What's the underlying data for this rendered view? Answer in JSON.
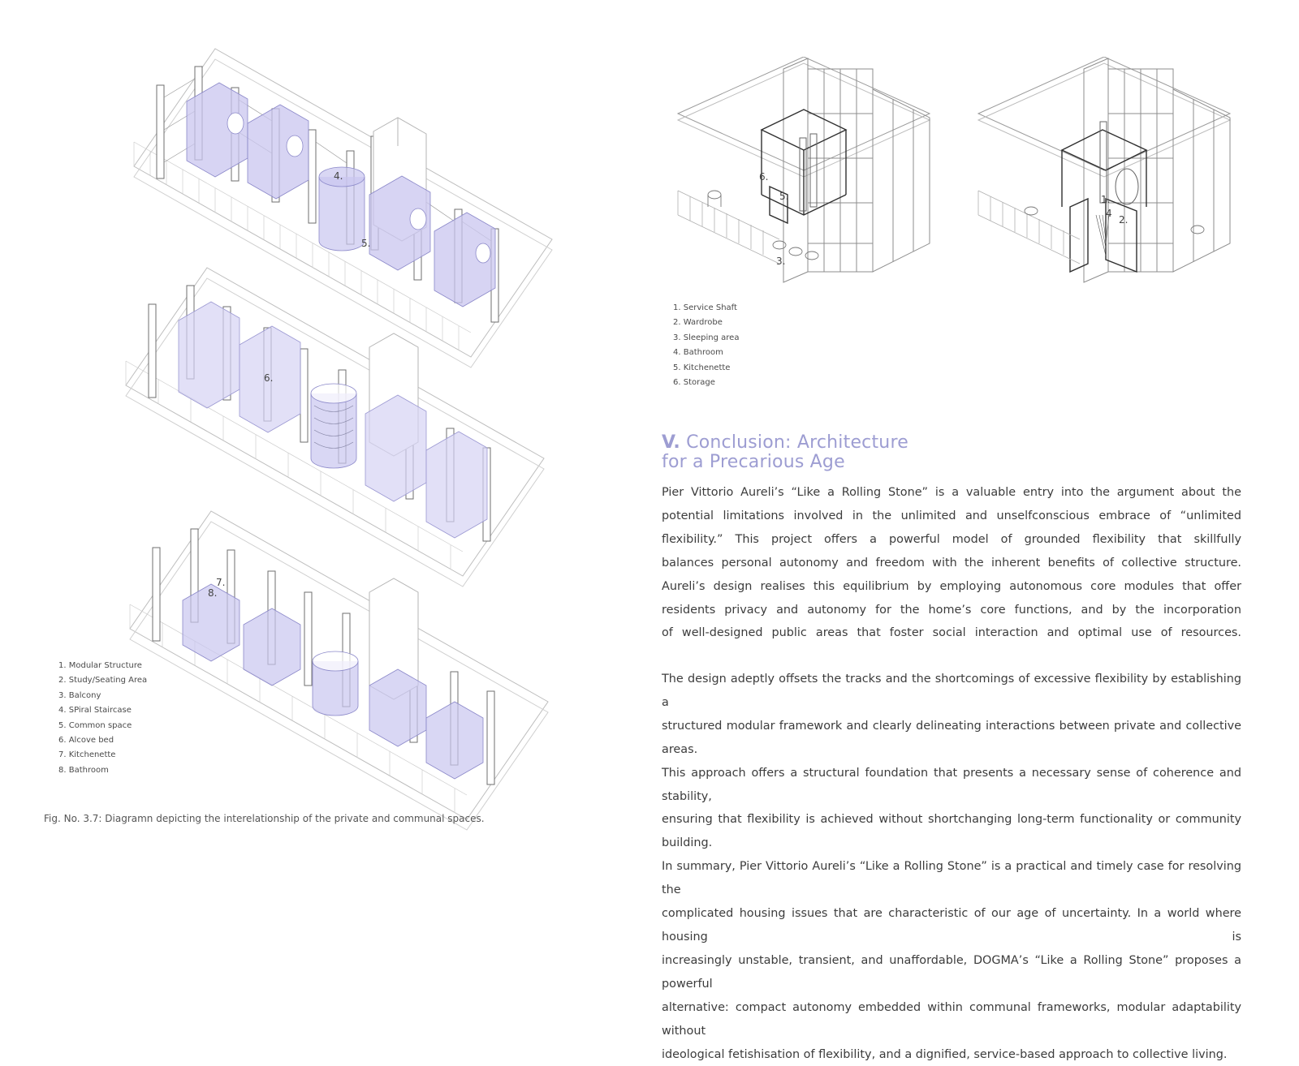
{
  "left_legend": [
    "1. Modular Structure",
    "2. Study/Seating Area",
    "3. Balcony",
    "4. SPiral Staircase",
    "5. Common space",
    "6. Alcove bed",
    "7. Kitchenette",
    "8. Bathroom"
  ],
  "figure_caption": "Fig. No. 3.7: Diagramn depicting the interelationship of the private and communal spaces.",
  "diagram_tags": {
    "top": [
      "4.",
      "5."
    ],
    "middle": [
      "6."
    ],
    "bottom": [
      "7.",
      "8."
    ]
  },
  "unit_tags": {
    "left": [
      "6.",
      "5.",
      "3."
    ],
    "right": [
      "1.",
      "4",
      "2."
    ]
  },
  "right_legend": [
    "1. Service Shaft",
    "2. Wardrobe",
    "3. Sleeping area",
    "4. Bathroom",
    "5. Kitchenette",
    "6. Storage"
  ],
  "section": {
    "number": "V.",
    "title_line1": "Conclusion: Architecture",
    "title_line2": "for a Precarious Age"
  },
  "paragraph1_lines": [
    "Pier Vittorio Aureli’s “Like a Rolling Stone” is a valuable entry into the argument about the",
    "potential limitations involved in the unlimited and unselfconscious embrace of “unlimited",
    "flexibility.” This project offers a powerful model of grounded flexibility that skillfully",
    "balances personal autonomy and freedom with the inherent benefits of collective structure.",
    "Aureli’s design realises this equilibrium by employing autonomous core modules that offer",
    "residents privacy and autonomy for the home’s core functions, and by the incorporation",
    "of well-designed public areas that foster social interaction and optimal use of resources."
  ],
  "paragraph2_lines": [
    "The design adeptly offsets the tracks and the shortcomings of excessive flexibility by establishing a",
    "structured modular framework and clearly delineating interactions between private and collective areas.",
    "This approach offers a structural foundation that presents a necessary sense of coherence and stability,",
    "ensuring that flexibility is achieved without shortchanging long-term functionality or community building.",
    "In summary, Pier Vittorio Aureli’s “Like a Rolling Stone” is a practical and timely case for resolving the",
    "complicated housing issues that are characteristic of our age of uncertainty. In a world where housing is",
    "increasingly unstable, transient, and unaffordable, DOGMA’s “Like a Rolling Stone” proposes a powerful",
    "alternative: compact autonomy embedded within communal frameworks, modular adaptability without",
    "ideological fetishisation of flexibility, and a dignified, service-based approach to collective living."
  ],
  "colors": {
    "accent_lavender": "#9d9dd2",
    "module_fill": "#b9b6e8",
    "line_gray": "#8a8a8a"
  }
}
